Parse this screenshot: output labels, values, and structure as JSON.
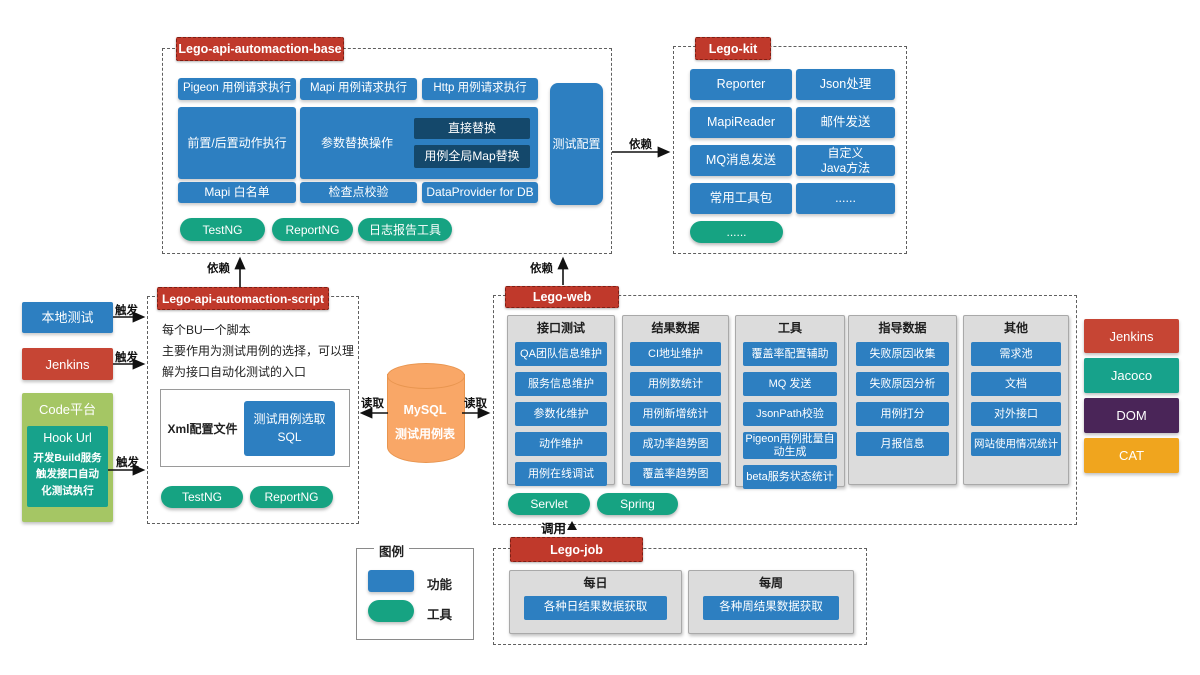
{
  "base": {
    "label": "Lego-api-automaction-base",
    "row1": [
      "Pigeon 用例请求执行",
      "Mapi 用例请求执行",
      "Http 用例请求执行"
    ],
    "pre_post": "前置/后置动作执行",
    "param_replace": "参数替换操作",
    "replace_items": [
      "直接替换",
      "用例全局Map替换"
    ],
    "row3": [
      "Mapi 白名单",
      "检查点校验",
      "DataProvider for DB"
    ],
    "test_config": "测试配置",
    "tools": [
      "TestNG",
      "ReportNG",
      "日志报告工具"
    ]
  },
  "kit": {
    "label": "Lego-kit",
    "items": [
      "Reporter",
      "Json处理",
      "MapiReader",
      "邮件发送",
      "MQ消息发送",
      "自定义\nJava方法",
      "常用工具包",
      "......"
    ],
    "tool": "......"
  },
  "script": {
    "label": "Lego-api-automaction-script",
    "description": "每个BU一个脚本\n主要作用为测试用例的选择，可以理\n解为接口自动化测试的入口",
    "xml_config": "Xml配置文件",
    "sql_box": "测试用例选取\nSQL",
    "tools": [
      "TestNG",
      "ReportNG"
    ]
  },
  "left": {
    "local_test": "本地测试",
    "jenkins": "Jenkins",
    "code_platform": "Code平台",
    "hook_url": "Hook Url",
    "hook_desc": "开发Build服务\n触发接口自动\n化测试执行"
  },
  "db": {
    "name": "MySQL",
    "table": "测试用例表"
  },
  "web": {
    "label": "Lego-web",
    "columns": [
      {
        "header": "接口测试",
        "items": [
          "QA团队信息维护",
          "服务信息维护",
          "参数化维护",
          "动作维护",
          "用例在线调试"
        ]
      },
      {
        "header": "结果数据",
        "items": [
          "CI地址维护",
          "用例数统计",
          "用例新增统计",
          "成功率趋势图",
          "覆盖率趋势图"
        ]
      },
      {
        "header": "工具",
        "items": [
          "覆盖率配置辅助",
          "MQ 发送",
          "JsonPath校验",
          "Pigeon用例批量自动生成",
          "beta服务状态统计"
        ]
      },
      {
        "header": "指导数据",
        "items": [
          "失败原因收集",
          "失败原因分析",
          "用例打分",
          "月报信息"
        ]
      },
      {
        "header": "其他",
        "items": [
          "需求池",
          "文档",
          "对外接口",
          "网站使用情况统计"
        ]
      }
    ],
    "tools": [
      "Servlet",
      "Spring"
    ]
  },
  "integrations": {
    "items": [
      "Jenkins",
      "Jacoco",
      "DOM",
      "CAT"
    ]
  },
  "job": {
    "label": "Lego-job",
    "groups": [
      {
        "header": "每日",
        "item": "各种日结果数据获取"
      },
      {
        "header": "每周",
        "item": "各种周结果数据获取"
      }
    ]
  },
  "legend": {
    "title": "图例",
    "function_label": "功能",
    "tool_label": "工具"
  },
  "arrows": {
    "trigger": "触发",
    "depends": "依赖",
    "read": "读取",
    "invoke": "调用"
  },
  "colors": {
    "function_blue": "#2d7fc1",
    "nested_dark_blue": "#14486b",
    "tool_green": "#16a382",
    "module_tag_red": "#c0392b",
    "jenkins_red": "#c64534",
    "jacoco_teal": "#17a28b",
    "dom_purple": "#4a2558",
    "cat_amber": "#f0a51e",
    "code_platform_olive": "#a5c664",
    "mysql_orange": "#f9a767",
    "panel_gray": "#dcdcdc"
  }
}
